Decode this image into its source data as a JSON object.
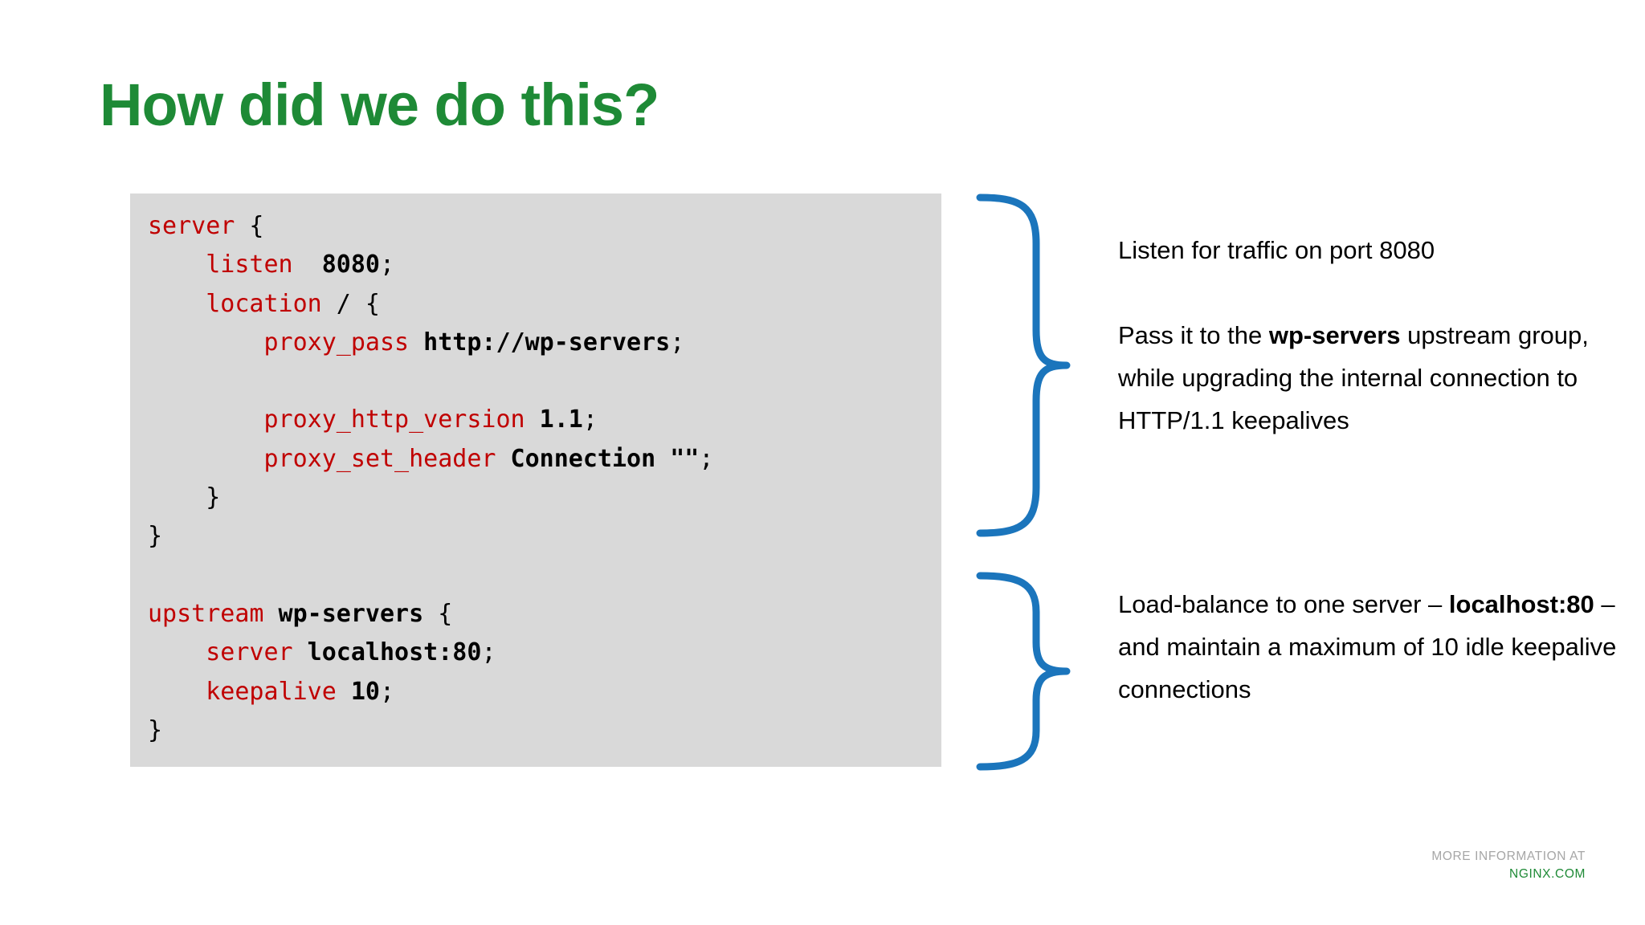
{
  "slide": {
    "title": "How did we do this?",
    "colors": {
      "title_green": "#1E8A36",
      "code_background": "#D9D9D9",
      "directive_red": "#C00000",
      "brace_blue": "#1B75BC",
      "footer_gray": "#A6A6A6",
      "footer_green": "#1E8A36"
    }
  },
  "code_block": {
    "language": "nginx",
    "lines": [
      {
        "indent": "",
        "directive": "server",
        "value": "",
        "punct": " {"
      },
      {
        "indent": "    ",
        "directive": "listen",
        "value": "  8080",
        "punct": ";"
      },
      {
        "indent": "    ",
        "directive": "location",
        "value": "",
        "punct": " / {"
      },
      {
        "indent": "        ",
        "directive": "proxy_pass",
        "value": " http://wp-servers",
        "punct": ";"
      },
      {
        "indent": "",
        "directive": "",
        "value": "",
        "punct": ""
      },
      {
        "indent": "        ",
        "directive": "proxy_http_version",
        "value": " 1.1",
        "punct": ";"
      },
      {
        "indent": "        ",
        "directive": "proxy_set_header",
        "value": " Connection \"\"",
        "punct": ";"
      },
      {
        "indent": "    ",
        "directive": "",
        "value": "",
        "punct": "}"
      },
      {
        "indent": "",
        "directive": "",
        "value": "",
        "punct": "}"
      },
      {
        "indent": "",
        "directive": "",
        "value": "",
        "punct": ""
      },
      {
        "indent": "",
        "directive": "upstream",
        "value": " wp-servers",
        "punct": " {"
      },
      {
        "indent": "    ",
        "directive": "server",
        "value": " localhost:80",
        "punct": ";"
      },
      {
        "indent": "    ",
        "directive": "keepalive",
        "value": " 10",
        "punct": ";"
      },
      {
        "indent": "",
        "directive": "",
        "value": "",
        "punct": "}"
      }
    ]
  },
  "annotations": [
    {
      "id": "server-block-note",
      "paragraphs": [
        [
          {
            "text": "Listen for traffic on port 8080",
            "bold": false
          }
        ],
        [
          {
            "text": "Pass it to the ",
            "bold": false
          },
          {
            "text": "wp-servers",
            "bold": true
          },
          {
            "text": " upstream group, while upgrading the internal connection to HTTP/1.1 keepalives",
            "bold": false
          }
        ]
      ]
    },
    {
      "id": "upstream-block-note",
      "paragraphs": [
        [
          {
            "text": "Load-balance to one server – ",
            "bold": false
          },
          {
            "text": "localhost:80",
            "bold": true
          },
          {
            "text": " – and maintain a maximum of 10 idle keepalive connections",
            "bold": false
          }
        ]
      ]
    }
  ],
  "footer": {
    "line1": "MORE INFORMATION AT",
    "line2": "NGINX.COM"
  }
}
